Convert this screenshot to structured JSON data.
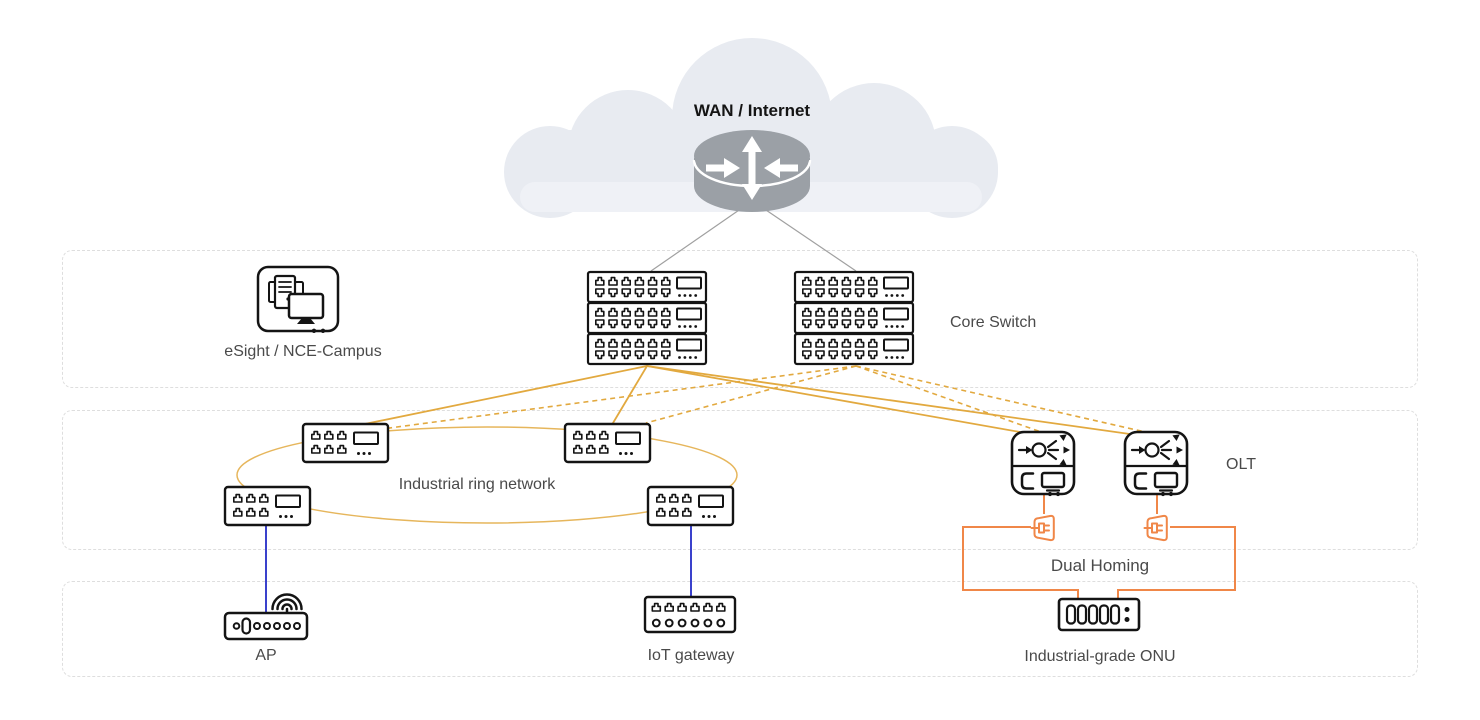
{
  "labels": {
    "wan": "WAN / Internet",
    "esight": "eSight / NCE-Campus",
    "core_switch": "Core Switch",
    "ring": "Industrial ring network",
    "olt": "OLT",
    "dual_homing": "Dual Homing",
    "ap": "AP",
    "iot_gateway": "IoT gateway",
    "onu": "Industrial-grade ONU"
  },
  "colors": {
    "link_primary_yellow": "#E2A93F",
    "link_orange": "#F08748",
    "link_blue": "#3A41CC",
    "link_gray": "#A0A0A0",
    "cloud_fill": "#E8EBF1",
    "cloud_lip": "#EFF1F6",
    "router_fill": "#9BA0A6",
    "device_stroke": "#141414",
    "row_border": "#DEDEDE",
    "label_color": "#4A4A4A"
  },
  "connections": [
    {
      "from": "wan-router",
      "to": "core-switch-1",
      "style": "solid-gray"
    },
    {
      "from": "wan-router",
      "to": "core-switch-2",
      "style": "solid-gray"
    },
    {
      "from": "core-switch-1",
      "to": "ring-switch-top-left",
      "style": "solid-yellow"
    },
    {
      "from": "core-switch-1",
      "to": "ring-switch-top-middle",
      "style": "solid-yellow"
    },
    {
      "from": "core-switch-1",
      "to": "olt-1",
      "style": "solid-yellow"
    },
    {
      "from": "core-switch-1",
      "to": "olt-2",
      "style": "solid-yellow"
    },
    {
      "from": "core-switch-2",
      "to": "ring-switch-top-left",
      "style": "dashed-yellow"
    },
    {
      "from": "core-switch-2",
      "to": "ring-switch-top-middle",
      "style": "dashed-yellow"
    },
    {
      "from": "core-switch-2",
      "to": "olt-1",
      "style": "dashed-yellow"
    },
    {
      "from": "core-switch-2",
      "to": "olt-2",
      "style": "dashed-yellow"
    },
    {
      "from": "ring-switch-bottom-left",
      "to": "ap",
      "style": "solid-blue"
    },
    {
      "from": "ring-switch-bottom-right",
      "to": "iot-gateway",
      "style": "solid-blue"
    },
    {
      "from": "olt-1",
      "to": "onu",
      "via": "splitter-1",
      "style": "solid-orange"
    },
    {
      "from": "olt-2",
      "to": "onu",
      "via": "splitter-2",
      "style": "solid-orange"
    },
    {
      "ring": [
        "ring-switch-top-left",
        "ring-switch-top-middle",
        "ring-switch-bottom-right",
        "ring-switch-bottom-left"
      ],
      "style": "ring-yellow"
    }
  ]
}
